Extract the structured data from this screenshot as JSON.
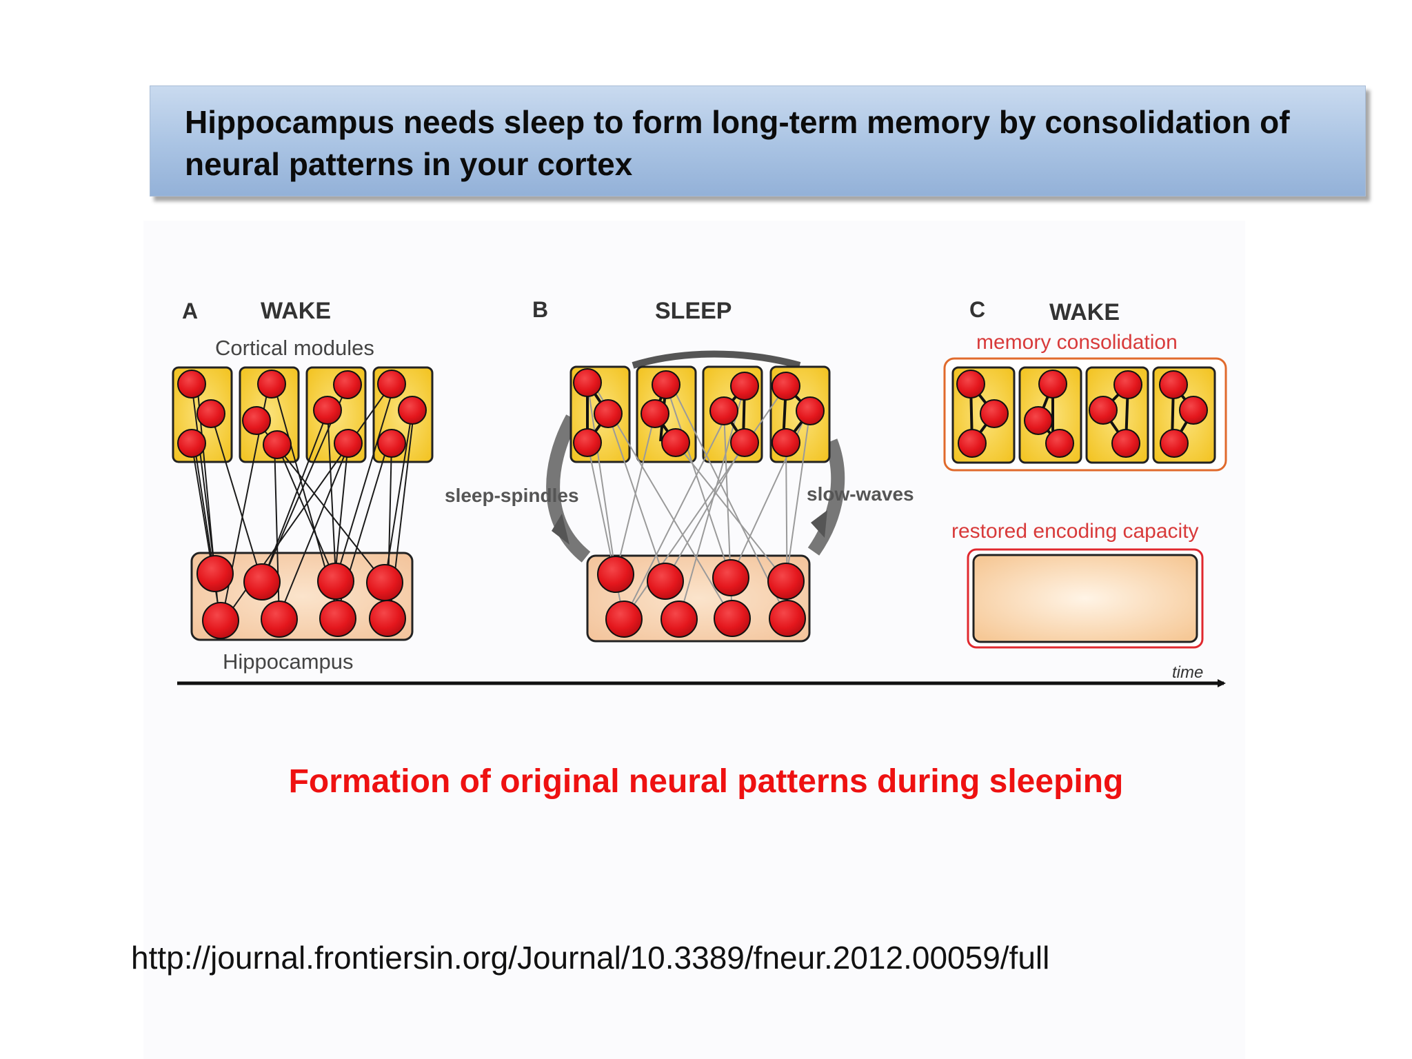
{
  "slide": {
    "title": "Hippocampus needs sleep to form long-term memory by consolidation of neural patterns in your cortex",
    "caption": "Formation of original neural patterns during sleeping",
    "source_url": "http://journal.frontiersin.org/Journal/10.3389/fneur.2012.00059/full"
  },
  "diagram": {
    "panels": [
      {
        "letter": "A",
        "state": "WAKE",
        "top_label": "Cortical modules",
        "bottom_label": "Hippocampus"
      },
      {
        "letter": "B",
        "state": "SLEEP",
        "left_label": "sleep-spindles",
        "right_label": "slow-waves"
      },
      {
        "letter": "C",
        "state": "WAKE",
        "top_label": "memory consolidation",
        "bottom_label": "restored encoding capacity"
      }
    ],
    "axis_label": "time"
  },
  "colors": {
    "module_fill": "#f9d23c",
    "neuron_red": "#e4171d",
    "hippocampus_fill": "#f8d6b4",
    "outline_red": "#e0282e",
    "caption_red": "#ee1111"
  }
}
